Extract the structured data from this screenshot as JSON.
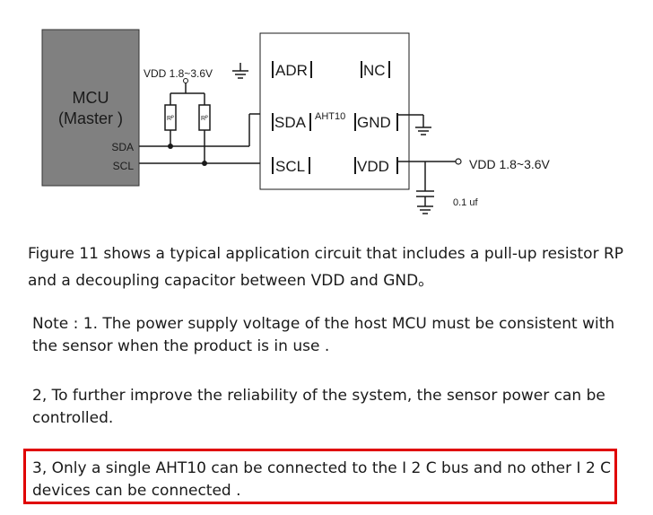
{
  "circuit": {
    "mcu_label": "MCU",
    "mcu_sublabel": "(Master )",
    "sda_label": "SDA",
    "scl_label": "SCL",
    "vdd_top_label": "VDD 1.8~3.6V",
    "resistor_label": "Rᴾ",
    "chip_name": "AHT10",
    "pins": {
      "adr": "ADR",
      "nc": "NC",
      "sda": "SDA",
      "gnd": "GND",
      "scl": "SCL",
      "vdd": "VDD"
    },
    "vdd_right_label": "VDD 1.8~3.6V",
    "cap_label": "0.1 uf"
  },
  "text": {
    "figure_line1": "Figure 11 shows a typical application circuit that includes a pull-up resistor RP",
    "figure_line2": "and a decoupling capacitor between VDD and GND。",
    "note1_line1": "Note : 1. The power supply voltage of the host MCU must be consistent with",
    "note1_line2": "the sensor when the product is in use .",
    "note2_line1": "2, To further improve the reliability of the system, the sensor power can be",
    "note2_line2": "controlled.",
    "note3_line1": "3, Only a single AHT10 can be connected to the I 2 C bus and no other I 2 C",
    "note3_line2": "devices can be connected ."
  },
  "colors": {
    "mcu_fill": "#808080",
    "highlight_border": "#e00000"
  }
}
